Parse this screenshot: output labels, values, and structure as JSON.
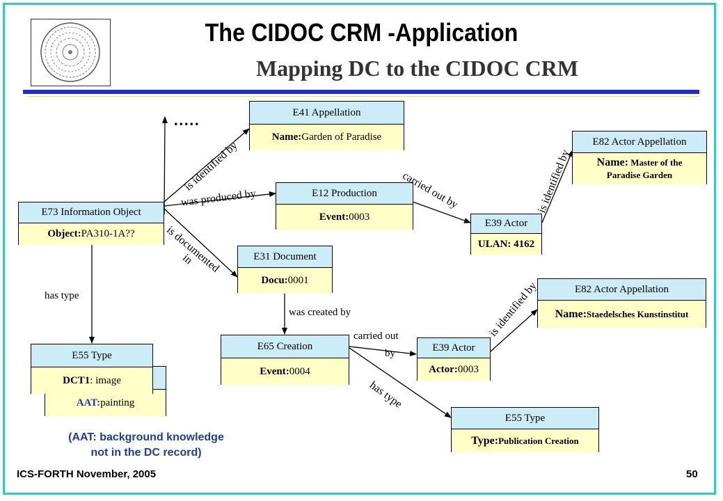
{
  "title": "The CIDOC CRM -Application",
  "subtitle": "Mapping DC to the CIDOC CRM",
  "footer": "ICS-FORTH November, 2005",
  "page_number": "50",
  "note": [
    "(AAT: background knowledge",
    "not in the DC record)"
  ],
  "ellipsis": ".....",
  "nodes": {
    "e41": {
      "class": "E41 Appellation",
      "key": "Name:",
      "value": " Garden of Paradise"
    },
    "e82a": {
      "class": "E82 Actor Appellation",
      "key": "Name:",
      "value": " Master of the",
      "value2": "Paradise Garden"
    },
    "e12": {
      "class": "E12 Production",
      "key": "Event:",
      "value": " 0003"
    },
    "e73": {
      "class": "E73 Information Object",
      "key": "Object:",
      "value": " PA310-1A??"
    },
    "e39a": {
      "class": "E39 Actor",
      "key": "ULAN: 4162",
      "value": ""
    },
    "e31": {
      "class": "E31 Document",
      "key": "Docu:",
      "value": " 0001"
    },
    "e82b": {
      "class": "E82 Actor Appellation",
      "key": "Name:",
      "value": " Staedelsches Kunstinstitut"
    },
    "e65": {
      "class": "E65 Creation",
      "key": "Event:",
      "value": " 0004"
    },
    "e39b": {
      "class": "E39 Actor",
      "key": "Actor:",
      "value": " 0003"
    },
    "e55a": {
      "class": "E55 Type",
      "key": "DCT1",
      "value": ": image"
    },
    "e55aat": {
      "key": "AAT:",
      "value": " painting"
    },
    "e55c": {
      "class": "E55 Type",
      "key": "Type:",
      "value": " Publication Creation"
    }
  },
  "edges": {
    "is_identified_by_1": "is identified by",
    "was_produced_by": "was produced by",
    "is_documented_in_1": "is documented",
    "is_documented_in_2": "in",
    "carried_out_by_1": "carried out by",
    "is_identified_by_2": "is identified by",
    "has_type_1": "has type",
    "was_created_by": "was created by",
    "carried_out_by_2a": "carried out",
    "carried_out_by_2b": "by",
    "is_identified_by_3": "is identified by",
    "has_type_2": "has type"
  }
}
